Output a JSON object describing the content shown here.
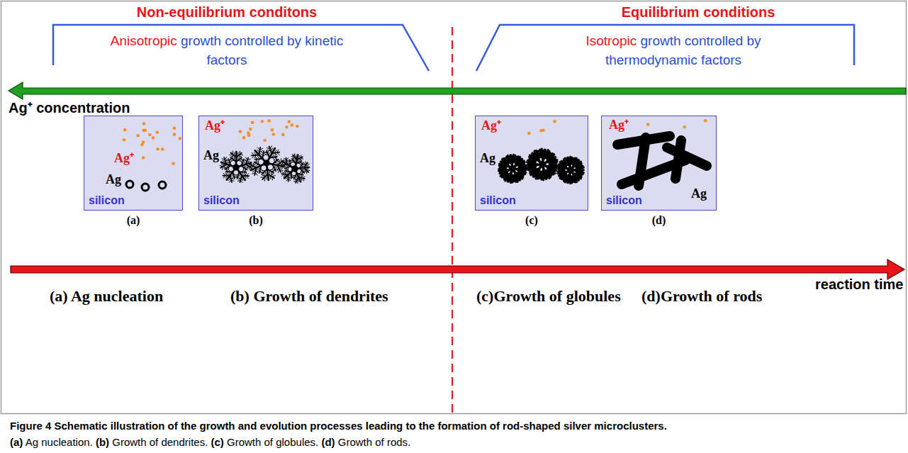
{
  "diagram": {
    "caption": "Figure 4 Schematic illustration of the growth and evolution processes leading to the formation of rod-shaped silver microclusters. (a) Ag nucleation. (b) Growth of dendrites. (c) Growth of globules. (d) Growth of rods.",
    "nodes": [
      {
        "text": [
          "Ag⁺",
          "Ag",
          "silicon",
          "(a)"
        ]
      },
      {
        "text": [
          "Ag⁺",
          "Ag",
          "silicon",
          "(b)"
        ]
      },
      {
        "text": [
          "Ag⁺",
          "Ag",
          "silicon",
          "(c)"
        ]
      },
      {
        "text": [
          "Ag⁺",
          "Ag",
          "silicon",
          "(d)"
        ]
      }
    ],
    "labels": [
      "Non-equilibrium conditons",
      "Equilibrium conditions",
      "Anisotropic",
      "growth controlled by kinetic factors",
      "Isotropic",
      "growth controlled by thermodynamic factors",
      "Ag⁺ concentration",
      "reaction time",
      "(a) Ag nucleation",
      "(b) Growth of dendrites",
      "(c)Growth of globules",
      "(d)Growth of rods"
    ]
  }
}
